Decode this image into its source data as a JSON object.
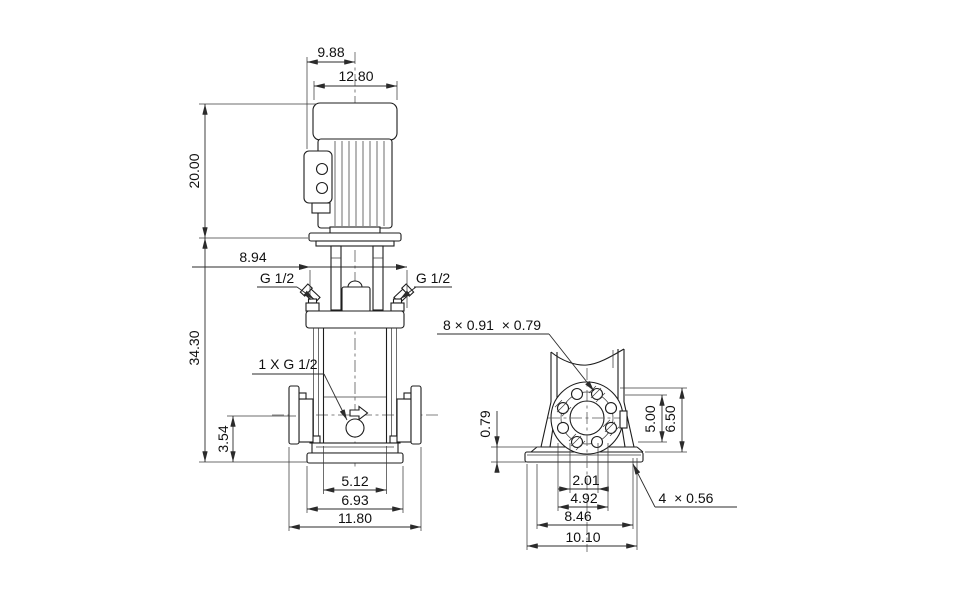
{
  "drawing": {
    "front_view": {
      "dims": {
        "motor_top_width": "9.88",
        "motor_width": "12.80",
        "motor_height": "20.00",
        "head_width": "8.94",
        "pump_height": "34.30",
        "port_center_height": "3.54",
        "chamber_width": "5.12",
        "base_width": "6.93",
        "flange_to_flange": "11.80",
        "plug_left": "G 1/2",
        "plug_right": "G 1/2",
        "drain_plug": "1 X G 1/2"
      }
    },
    "side_view": {
      "dims": {
        "flange_holes": "8 × 0.91  × 0.79",
        "base_plate_thickness": "0.79",
        "bolt_span_height": "5.00",
        "port_center_height": "6.50",
        "bolt_inner_width": "2.01",
        "bolt_outer_width": "4.92",
        "foot_hole_span": "8.46",
        "base_plate_width": "10.10",
        "base_holes": "4  × 0.56"
      }
    }
  }
}
